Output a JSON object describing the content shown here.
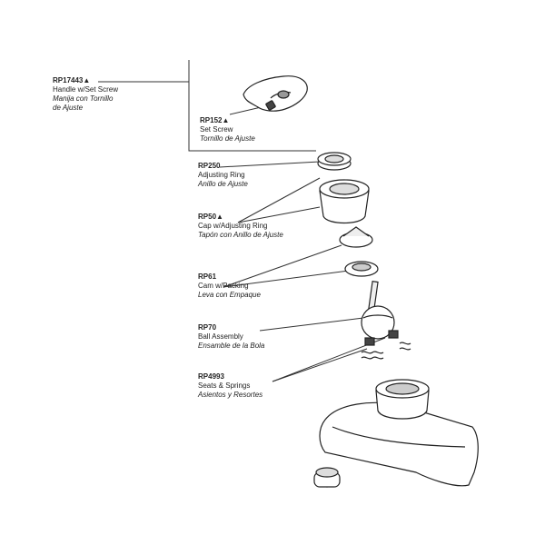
{
  "parts": {
    "handle": {
      "part_number": "RP17443▲",
      "name_en": "Handle w/Set Screw",
      "name_es": "Manija con Tornillo",
      "name_es_2": "de Ajuste"
    },
    "set_screw": {
      "part_number": "RP152▲",
      "name_en": "Set Screw",
      "name_es": "Tornillo de Ajuste"
    },
    "adj_ring": {
      "part_number": "RP250",
      "name_en": "Adjusting Ring",
      "name_es": "Anillo de Ajuste"
    },
    "cap": {
      "part_number": "RP50▲",
      "name_en": "Cap w/Adjusting Ring",
      "name_es": "Tapón con Anillo de Ajuste"
    },
    "cam": {
      "part_number": "RP61",
      "name_en": "Cam w/Packing",
      "name_es": "Leva con Empaque"
    },
    "ball": {
      "part_number": "RP70",
      "name_en": "Ball Assembly",
      "name_es": "Ensamble de la Bola"
    },
    "seats": {
      "part_number": "RP4993",
      "name_en": "Seats & Springs",
      "name_es": "Asientos y Resortes"
    }
  },
  "colors": {
    "line": "#333333",
    "part_fill": "#ffffff",
    "shade": "#dddddd"
  }
}
